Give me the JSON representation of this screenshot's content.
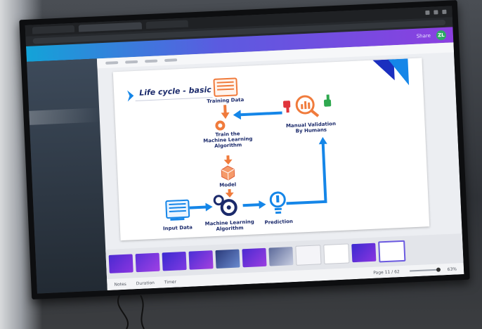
{
  "browser": {
    "profile_initials": "ZL",
    "share_label": "Share"
  },
  "slide": {
    "title": "Life cycle - basic",
    "nodes": {
      "training_data": "Training Data",
      "train_algorithm": [
        "Train the",
        "Machine Learning",
        "Algorithm"
      ],
      "model": "Model",
      "input_data": "Input Data",
      "ml_algorithm": [
        "Machine Learning",
        "Algorithm"
      ],
      "prediction": "Prediction",
      "manual_validation": [
        "Manual Validation",
        "By Humans"
      ]
    },
    "colors": {
      "accent_orange": "#f07b3c",
      "accent_blue": "#1586e8",
      "title_navy": "#1b2a6b",
      "thumbs_down": "#e0343b",
      "thumbs_up": "#2fa84f"
    }
  },
  "status": {
    "notes": "Notes",
    "duration": "Duration",
    "timer": "Timer",
    "page": "Page 11 / 62",
    "zoom": "63%"
  }
}
